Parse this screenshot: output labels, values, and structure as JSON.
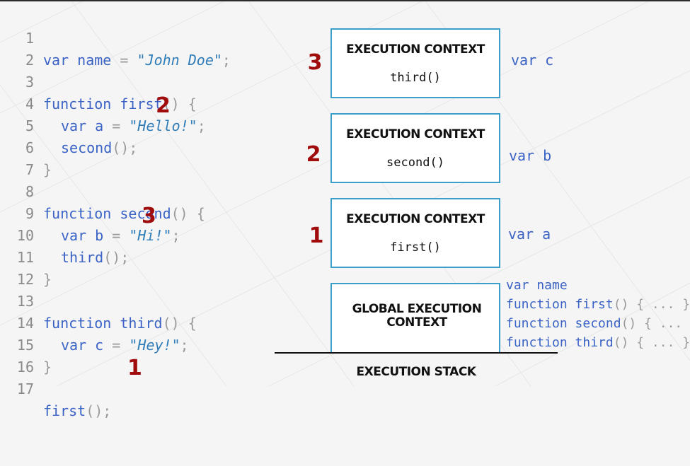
{
  "code": {
    "line_numbers": [
      "1",
      "2",
      "3",
      "4",
      "5",
      "6",
      "7",
      "8",
      "9",
      "10",
      "11",
      "12",
      "13",
      "14",
      "15",
      "16",
      "17"
    ],
    "l1": {
      "kw": "var",
      "name": "name",
      "eq": "=",
      "str": "\"John Doe\"",
      "semi": ";"
    },
    "l3": {
      "kw": "function",
      "name": "first",
      "parens": "()",
      "brace": "{"
    },
    "l4": {
      "kw": "var",
      "name": "a",
      "eq": "=",
      "str": "\"Hello!\"",
      "semi": ";"
    },
    "l5": {
      "name": "second",
      "call": "();"
    },
    "l6": {
      "brace": "}"
    },
    "l8": {
      "kw": "function",
      "name": "second",
      "parens": "()",
      "brace": "{"
    },
    "l9": {
      "kw": "var",
      "name": "b",
      "eq": "=",
      "str": "\"Hi!\"",
      "semi": ";"
    },
    "l10": {
      "name": "third",
      "call": "();"
    },
    "l11": {
      "brace": "}"
    },
    "l13": {
      "kw": "function",
      "name": "third",
      "parens": "()",
      "brace": "{"
    },
    "l14": {
      "kw": "var",
      "name": "c",
      "eq": "=",
      "str": "\"Hey!\"",
      "semi": ";"
    },
    "l15": {
      "brace": "}"
    },
    "l17": {
      "name": "first",
      "call": "();"
    },
    "badges": {
      "first_call": "1",
      "second_call": "2",
      "third_call": "3"
    }
  },
  "stack": {
    "contexts": [
      {
        "number": "3",
        "title": "EXECUTION CONTEXT",
        "fn": "third()",
        "var": "var c"
      },
      {
        "number": "2",
        "title": "EXECUTION CONTEXT",
        "fn": "second()",
        "var": "var b"
      },
      {
        "number": "1",
        "title": "EXECUTION CONTEXT",
        "fn": "first()",
        "var": "var a"
      }
    ],
    "global": {
      "title": "GLOBAL EXECUTION CONTEXT",
      "vars": {
        "name": "var name"
      },
      "funcs": [
        {
          "kw": "function",
          "name": "first",
          "rest": "() { ... }"
        },
        {
          "kw": "function",
          "name": "second",
          "rest": "() { ... }"
        },
        {
          "kw": "function",
          "name": "third",
          "rest": "() { ... }"
        }
      ]
    },
    "label": "EXECUTION STACK"
  },
  "colors": {
    "keyword": "#3a63c5",
    "string": "#2e7cb8",
    "number": "#a00c0c",
    "border": "#3c9fc9"
  }
}
